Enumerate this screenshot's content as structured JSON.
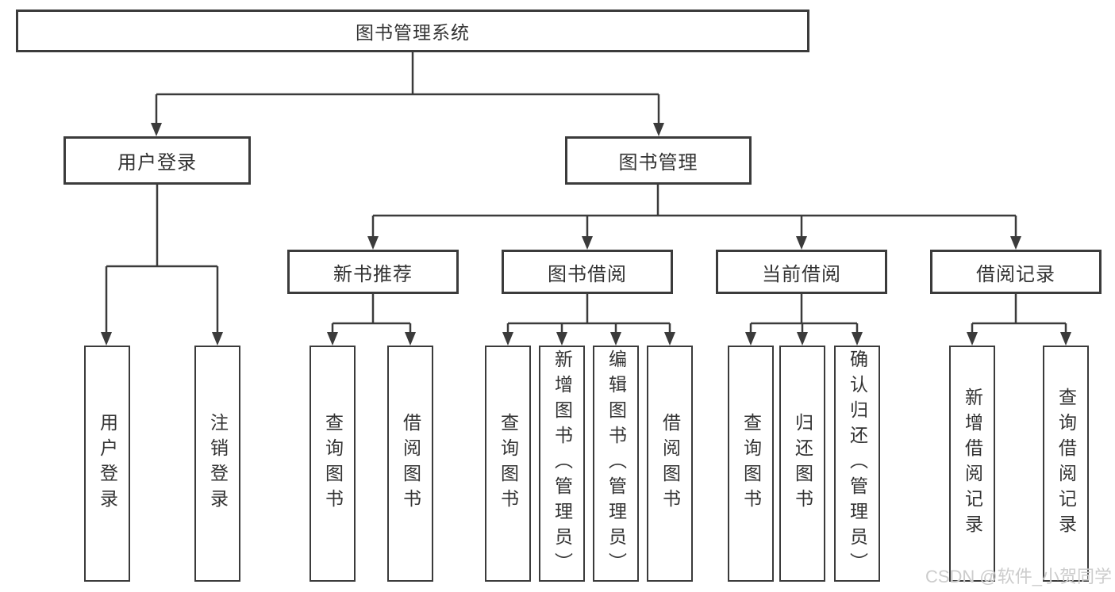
{
  "nodes": {
    "root": "图书管理系统",
    "user_login": "用户登录",
    "book_management": "图书管理",
    "new_book_recommend": "新书推荐",
    "book_borrowing": "图书借阅",
    "current_borrowing": "当前借阅",
    "borrowing_records": "借阅记录"
  },
  "leaves": {
    "user_login": "用户登录",
    "logout": "注销登录",
    "recommend_query_books": "查询图书",
    "recommend_borrow_books": "借阅图书",
    "borrowing_query_books": "查询图书",
    "borrowing_add_books": "新增图书（管理员）",
    "borrowing_edit_books": "编辑图书（管理员）",
    "borrowing_borrow_books": "借阅图书",
    "current_query_books": "查询图书",
    "current_return_books": "归还图书",
    "current_confirm_return": "确认归还（管理员）",
    "records_add_record": "新增借阅记录",
    "records_query_record": "查询借阅记录"
  },
  "hierarchy": {
    "图书管理系统": {
      "用户登录": [
        "用户登录",
        "注销登录"
      ],
      "图书管理": {
        "新书推荐": [
          "查询图书",
          "借阅图书"
        ],
        "图书借阅": [
          "查询图书",
          "新增图书（管理员）",
          "编辑图书（管理员）",
          "借阅图书"
        ],
        "当前借阅": [
          "查询图书",
          "归还图书",
          "确认归还（管理员）"
        ],
        "借阅记录": [
          "新增借阅记录",
          "查询借阅记录"
        ]
      }
    }
  },
  "watermark": "CSDN @软件_小贺同学",
  "colors": {
    "line": "#3b3b3b",
    "box_border": "#3b3b3b",
    "text": "#333333",
    "background": "#ffffff",
    "watermark": "#c9c9c9"
  }
}
